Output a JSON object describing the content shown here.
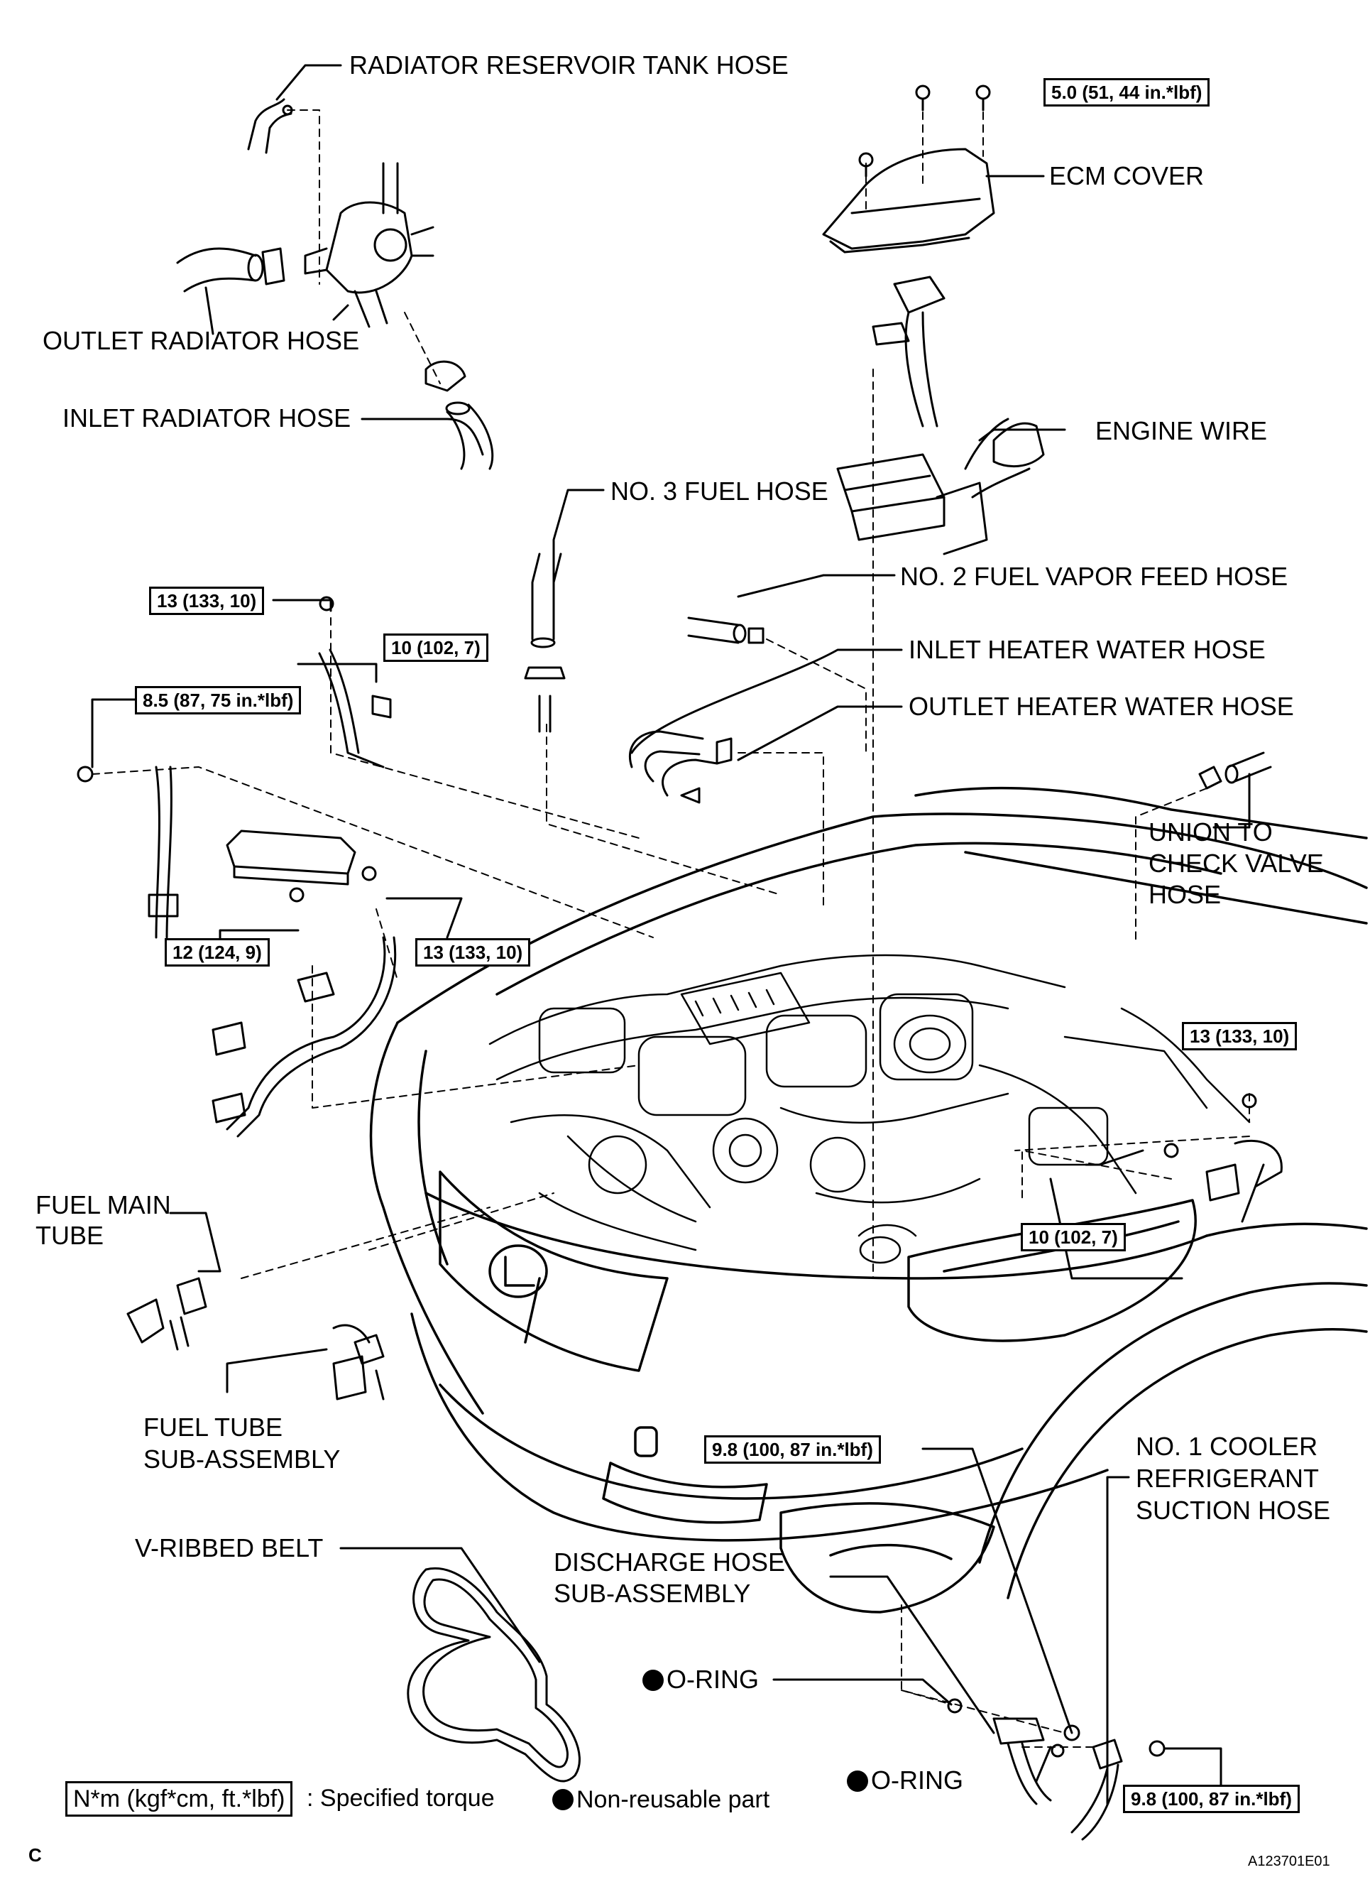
{
  "labels": {
    "radiator_reservoir_tank_hose": "RADIATOR RESERVOIR TANK HOSE",
    "ecm_cover": "ECM COVER",
    "outlet_radiator_hose": "OUTLET RADIATOR HOSE",
    "inlet_radiator_hose": "INLET RADIATOR HOSE",
    "engine_wire": "ENGINE WIRE",
    "no3_fuel_hose": "NO. 3 FUEL HOSE",
    "no2_fuel_vapor_feed_hose": "NO. 2 FUEL VAPOR FEED HOSE",
    "inlet_heater_water_hose": "INLET HEATER WATER HOSE",
    "outlet_heater_water_hose": "OUTLET HEATER WATER HOSE",
    "union_to_check_valve_hose_1": "UNION TO",
    "union_to_check_valve_hose_2": "CHECK VALVE",
    "union_to_check_valve_hose_3": "HOSE",
    "fuel_main_tube_1": "FUEL MAIN",
    "fuel_main_tube_2": "TUBE",
    "fuel_tube_sub_assembly_1": "FUEL TUBE",
    "fuel_tube_sub_assembly_2": "SUB-ASSEMBLY",
    "no1_cooler_1": "NO. 1 COOLER",
    "no1_cooler_2": "REFRIGERANT",
    "no1_cooler_3": "SUCTION HOSE",
    "v_ribbed_belt": "V-RIBBED BELT",
    "discharge_hose_1": "DISCHARGE HOSE",
    "discharge_hose_2": "SUB-ASSEMBLY",
    "o_ring_upper": "O-RING",
    "o_ring_lower": "O-RING"
  },
  "torques": {
    "ecm_cover_bolt": "5.0 (51, 44 in.*lbf)",
    "engine_wire_bolt_top": "13 (133, 10)",
    "engine_wire_bolt_mid": "10 (102, 7)",
    "ground_left_bolt": "8.5 (87, 75 in.*lbf)",
    "nut_left_small": "12 (124, 9)",
    "nut_left_mid": "13 (133, 10)",
    "right_ground_bolt": "13 (133, 10)",
    "right_ground_nut": "10 (102, 7)",
    "discharge_bolt": "9.8 (100, 87 in.*lbf)",
    "suction_bolt": "9.8 (100, 87 in.*lbf)"
  },
  "legend": {
    "torque_box": "N*m (kgf*cm, ft.*lbf)",
    "torque_text": ": Specified torque",
    "nonreusable_text": "Non-reusable part"
  },
  "corner": {
    "section_letter": "C",
    "figure_id": "A123701E01"
  }
}
